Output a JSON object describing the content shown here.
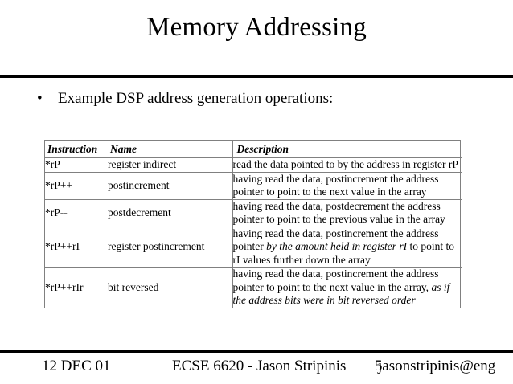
{
  "slide": {
    "title": "Memory Addressing",
    "bullet_mark": "•",
    "bullet_text": "Example DSP address generation operations:"
  },
  "table": {
    "headers": {
      "instruction": "Instruction",
      "name": "Name",
      "description": "Description"
    },
    "rows": [
      {
        "instruction": "*rP",
        "name": "register indirect",
        "desc_part1": "read the data pointed to by the address in register rP",
        "desc_italic": "",
        "desc_part2": ""
      },
      {
        "instruction": "*rP++",
        "name": "postincrement",
        "desc_part1": "having read the data, postincrement the address pointer to point to the next value in the array",
        "desc_italic": "",
        "desc_part2": ""
      },
      {
        "instruction": "*rP--",
        "name": "postdecrement",
        "desc_part1": "having read the data, postdecrement the address pointer to point to the previous value in the array",
        "desc_italic": "",
        "desc_part2": ""
      },
      {
        "instruction": "*rP++rI",
        "name": "register postincrement",
        "desc_part1": "having read the data, postincrement the address pointer ",
        "desc_italic": "by the amount held in register rI",
        "desc_part2": " to point to rI values further down the array"
      },
      {
        "instruction": "*rP++rIr",
        "name": "bit reversed",
        "desc_part1": "having read the data, postincrement the address pointer to point to the next value in the array, ",
        "desc_italic": "as if the address bits were in bit reversed order",
        "desc_part2": ""
      }
    ]
  },
  "footer": {
    "date": "12 DEC 01",
    "course_author": "ECSE 6620 - Jason Stripinis",
    "slide_number": "5",
    "email": "jasonstripinis@eng"
  }
}
